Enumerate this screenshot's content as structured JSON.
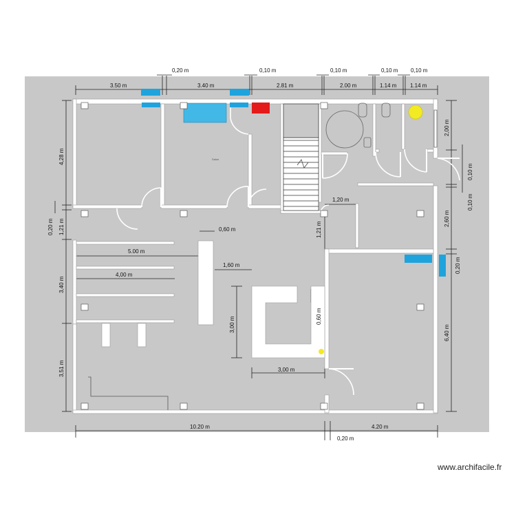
{
  "site": {
    "watermark": "www.archifacile.fr"
  },
  "dimensions": {
    "top_gap_1": "0,20 m",
    "top_gap_2": "0,10 m",
    "top_gap_3": "0,10 m",
    "top_gap_4": "0,10 m",
    "top_gap_5": "0,10 m",
    "top_1": "3.50 m",
    "top_2": "3.40 m",
    "top_3": "2.81 m",
    "top_4": "2.00 m",
    "top_5": "1.14 m",
    "top_6": "1.14 m",
    "left_1": "4,28 m",
    "left_gap": "0,20 m",
    "left_2": "1,21 m",
    "left_3": "3,40 m",
    "left_4": "3,51 m",
    "inner_5": "5.00 m",
    "inner_4": "4,00 m",
    "inner_060a": "0,60 m",
    "inner_160": "1,60 m",
    "inner_300v": "3,00 m",
    "inner_060b": "0,60 m",
    "inner_300h": "3,00 m",
    "inner_120": "1,20 m",
    "inner_121": "1,21 m",
    "right_200": "2,00 m",
    "right_010a": "0,10 m",
    "right_010b": "0,10 m",
    "right_260": "2,60 m",
    "right_020": "0,20 m",
    "right_640": "6,40 m",
    "bottom_1020": "10.20 m",
    "bottom_420": "4.20 m",
    "bottom_020": "0,20 m"
  },
  "room_label": "Salon",
  "colors": {
    "background": "#c8c8c8",
    "wall": "#ffffff",
    "blue": "#1fa3dd",
    "pool": "#42b8e6",
    "red": "#e41b1b",
    "yellow": "#f2ea23"
  }
}
